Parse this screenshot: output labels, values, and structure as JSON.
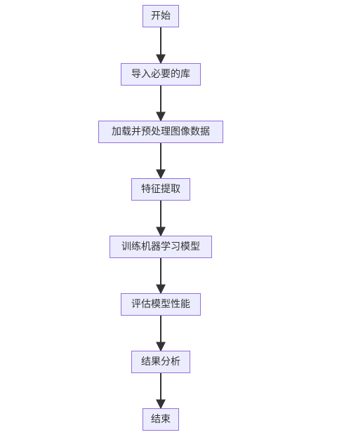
{
  "flowchart": {
    "nodes": [
      {
        "id": "start",
        "label": "开始"
      },
      {
        "id": "import",
        "label": "导入必要的库"
      },
      {
        "id": "load",
        "label": "加载并预处理图像数据"
      },
      {
        "id": "features",
        "label": "特征提取"
      },
      {
        "id": "train",
        "label": "训练机器学习模型"
      },
      {
        "id": "evaluate",
        "label": "评估模型性能"
      },
      {
        "id": "analysis",
        "label": "结果分析"
      },
      {
        "id": "end",
        "label": "结束"
      }
    ],
    "edges": [
      {
        "from": "start",
        "to": "import"
      },
      {
        "from": "import",
        "to": "load"
      },
      {
        "from": "load",
        "to": "features"
      },
      {
        "from": "features",
        "to": "train"
      },
      {
        "from": "train",
        "to": "evaluate"
      },
      {
        "from": "evaluate",
        "to": "analysis"
      },
      {
        "from": "analysis",
        "to": "end"
      }
    ],
    "colors": {
      "node_fill": "#ECECFF",
      "node_border": "#9370DB",
      "text": "#333333",
      "edge": "#333333"
    }
  }
}
